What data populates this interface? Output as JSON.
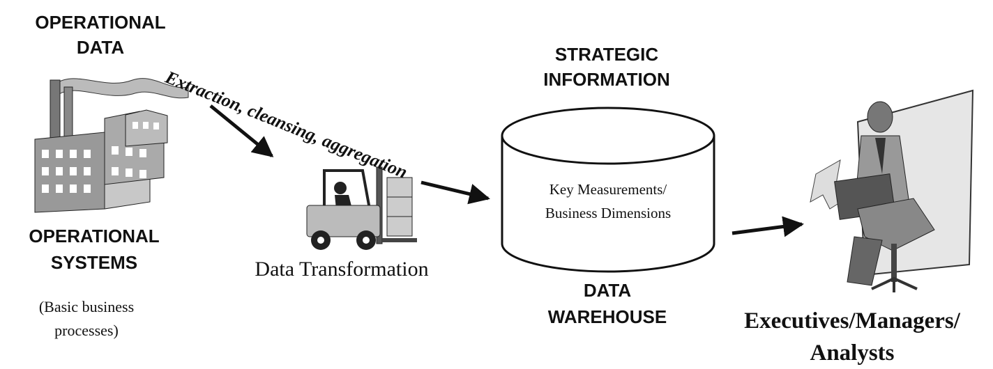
{
  "operational_data": [
    "OPERATIONAL",
    "DATA"
  ],
  "operational_systems": [
    "OPERATIONAL",
    "SYSTEMS"
  ],
  "basic_processes": [
    "(Basic business",
    "processes)"
  ],
  "extraction_label": "Extraction, cleansing, aggregation",
  "data_transformation": "Data Transformation",
  "strategic_information": [
    "STRATEGIC",
    "INFORMATION"
  ],
  "key_measurements": [
    "Key Measurements/",
    "Business Dimensions"
  ],
  "data_warehouse": [
    "DATA",
    "WAREHOUSE"
  ],
  "executives": [
    "Executives/Managers/",
    "Analysts"
  ]
}
